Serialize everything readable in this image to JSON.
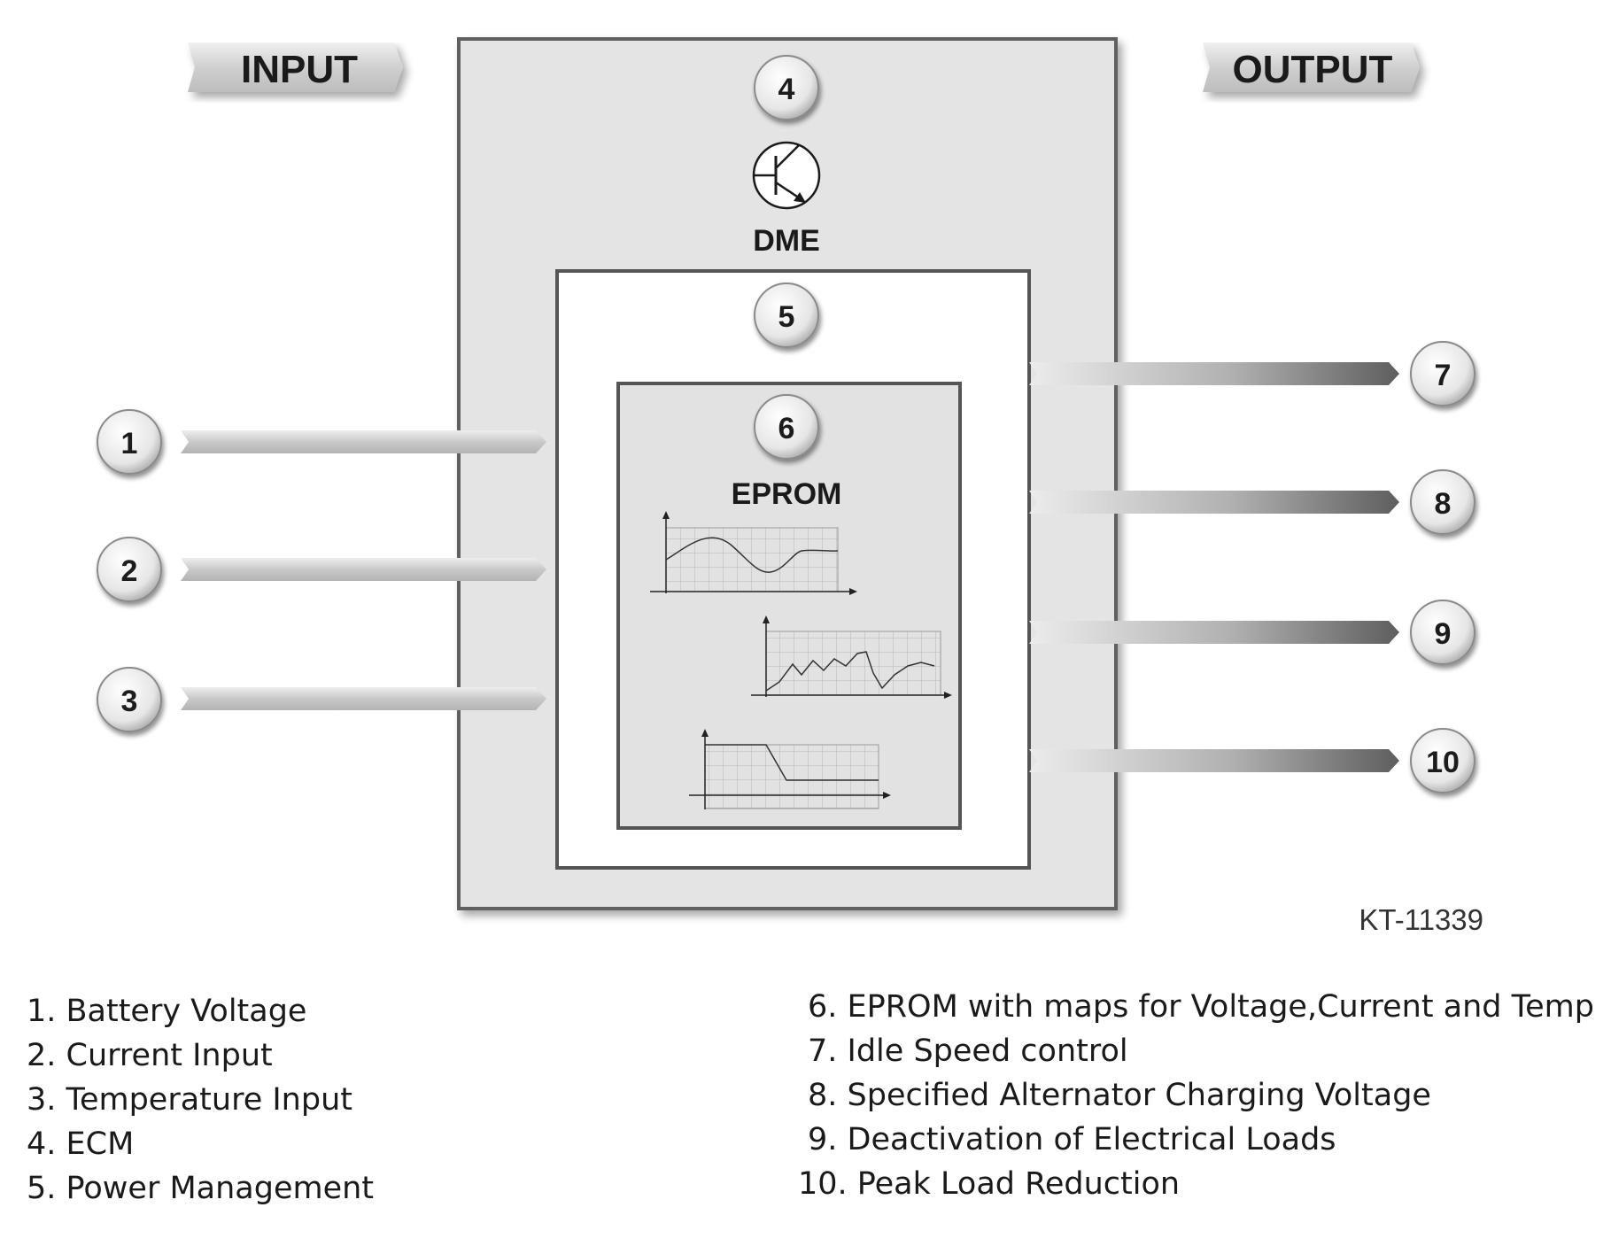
{
  "header": {
    "input_label": "INPUT",
    "output_label": "OUTPUT"
  },
  "dme": {
    "number": "4",
    "label": "DME",
    "icon": "transistor-icon"
  },
  "power_management": {
    "number": "5"
  },
  "eprom": {
    "number": "6",
    "label": "EPROM"
  },
  "inputs": [
    {
      "number": "1"
    },
    {
      "number": "2"
    },
    {
      "number": "3"
    }
  ],
  "outputs": [
    {
      "number": "7"
    },
    {
      "number": "8"
    },
    {
      "number": "9"
    },
    {
      "number": "10"
    }
  ],
  "figure_code": "KT-11339",
  "legend": {
    "left": [
      "1. Battery Voltage",
      "2. Current Input",
      "3. Temperature Input",
      "4. ECM",
      "5. Power Management"
    ],
    "right": [
      "6. EPROM with maps for Voltage,Current and Temp",
      "7. Idle Speed control",
      "8. Specified Alternator Charging Voltage",
      "9. Deactivation of Electrical Loads",
      "10. Peak Load Reduction"
    ]
  },
  "colors": {
    "frame_fill": "#e4e4e4",
    "frame_stroke": "#606060",
    "arrow_light": "#e6e6e6",
    "arrow_dark": "#6a6a6a"
  }
}
